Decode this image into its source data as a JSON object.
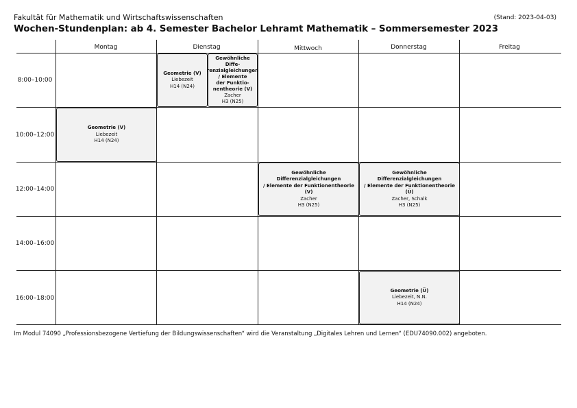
{
  "header": {
    "faculty": "Fakultät für Mathematik und Wirtschaftswissenschaften",
    "stand": "(Stand: 2023-04-03)",
    "title": "Wochen-Stundenplan: ab 4. Semester Bachelor Lehramt Mathematik – Sommersemester 2023"
  },
  "days": [
    "Montag",
    "Dienstag",
    "Mittwoch",
    "Donnerstag",
    "Freitag"
  ],
  "times": [
    "8:00–10:00",
    "10:00–12:00",
    "12:00–14:00",
    "14:00–16:00",
    "16:00–18:00"
  ],
  "events": [
    {
      "name": "Geometrie (V)",
      "lecturer": "Liebezeit",
      "room": "H14 (N24)"
    },
    {
      "name": "Gewöhnliche Diffe-renzialgleichungen / Elemente der Funktio-nentheorie (V)",
      "name_lines": [
        "Gewöhnliche Diffe-",
        "renzialgleichungen",
        "/ Elemente",
        "der Funktio-",
        "nentheorie (V)"
      ],
      "lecturer": "Zacher",
      "room": "H3 (N25)"
    },
    {
      "name": "Geometrie (V)",
      "lecturer": "Liebezeit",
      "room": "H14 (N24)"
    },
    {
      "name_lines": [
        "Gewöhnliche Differenzialgleichungen",
        "/ Elemente der Funktionentheorie (V)"
      ],
      "lecturer": "Zacher",
      "room": "H3 (N25)"
    },
    {
      "name_lines": [
        "Gewöhnliche Differenzialgleichungen",
        "/ Elemente der Funktionentheorie (Ü)"
      ],
      "lecturer": "Zacher, Schalk",
      "room": "H3 (N25)"
    },
    {
      "name": "Geometrie (Ü)",
      "lecturer": "Liebezeit, N.N.",
      "room": "H14 (N24)"
    }
  ],
  "footnote": "Im Modul 74090 „Professionsbezogene Vertiefung der Bildungswissenschaften“ wird die Veranstaltung „Digitales Lehren und Lernen“ (EDU74090.002) angeboten."
}
